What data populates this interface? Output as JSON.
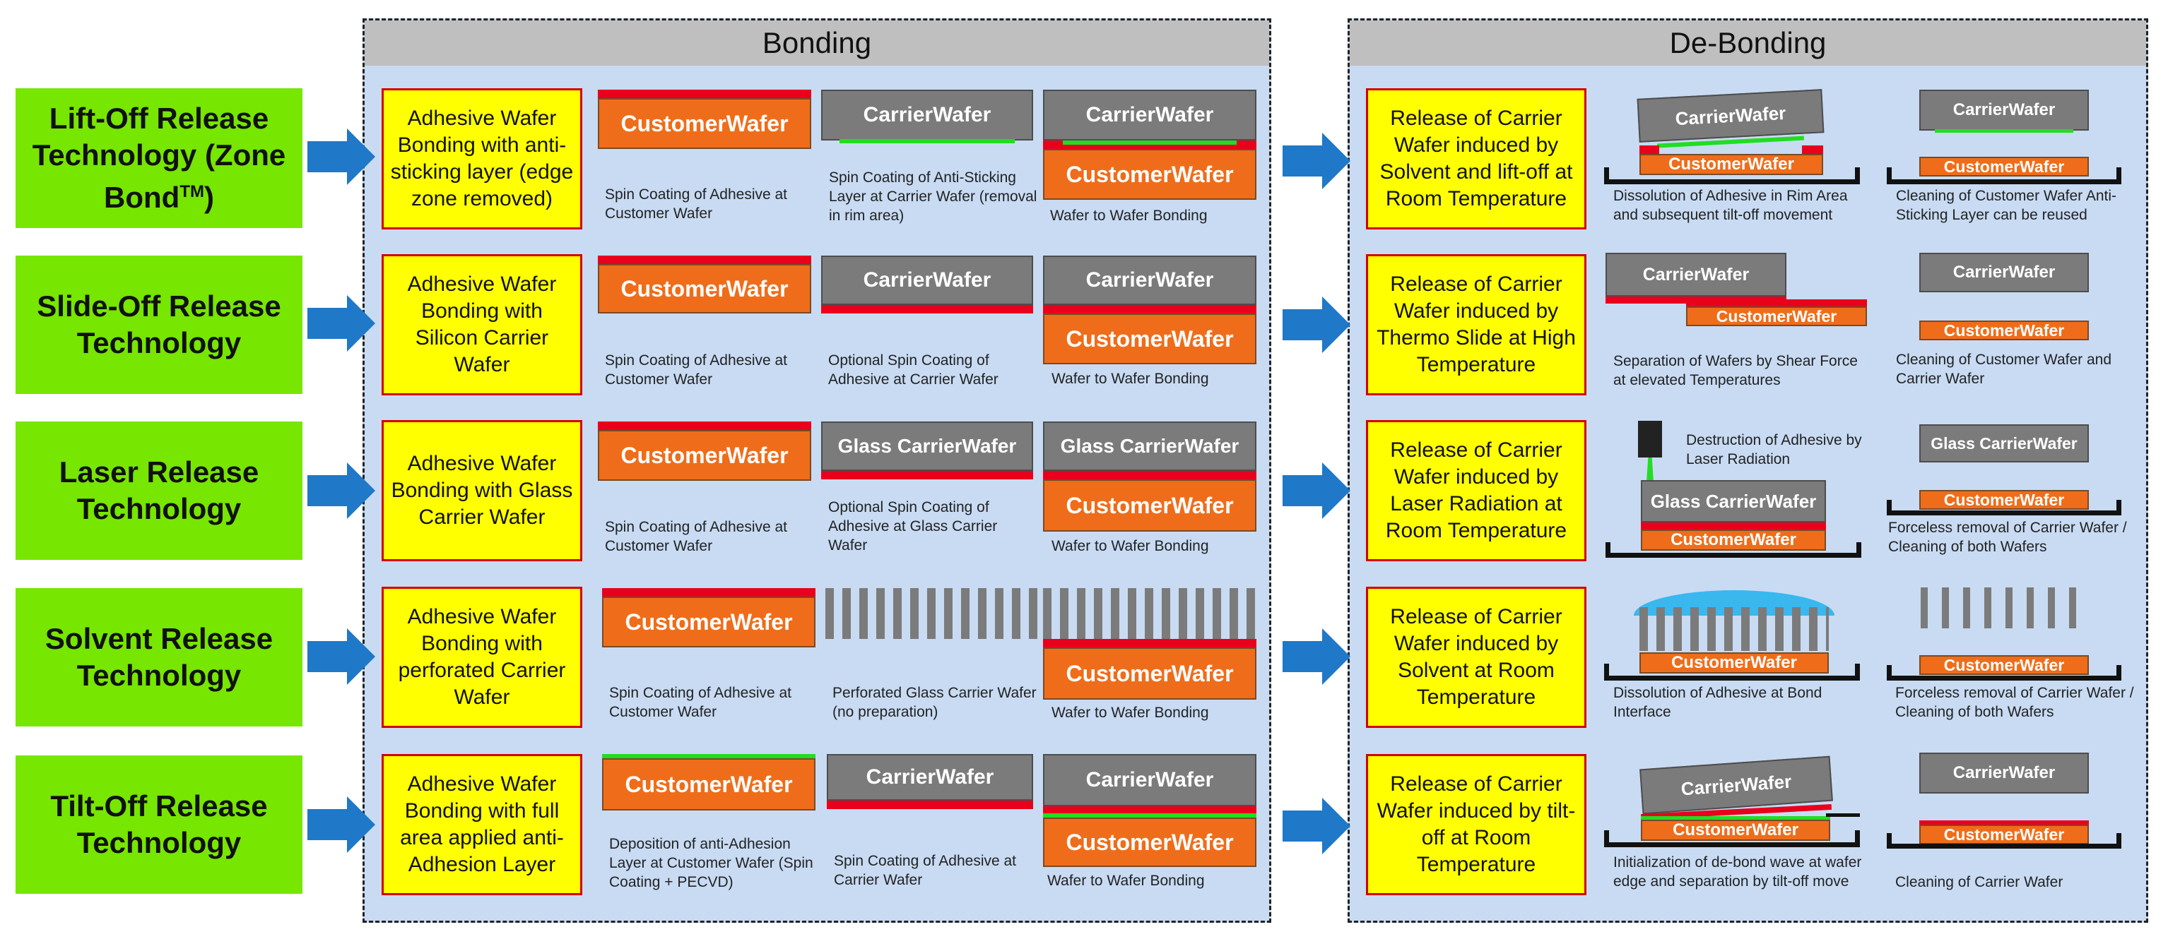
{
  "panels": {
    "bonding": "Bonding",
    "debonding": "De-Bonding"
  },
  "colors": {
    "technology": "#77e600",
    "box": "#ffff00",
    "box_border": "#d40000",
    "customer_wafer": "#ef6d1a",
    "carrier_wafer": "#7b7b7b",
    "adhesive": "#e8001c",
    "anti_sticking": "#22dd22",
    "arrow": "#1f78c8",
    "panel": "#c8dbf3"
  },
  "labels": {
    "customer": "CustomerWafer",
    "carrier": "CarrierWafer",
    "glass": "Glass CarrierWafer"
  },
  "rows": [
    {
      "tech": "Lift-Off Release Technology (Zone Bond",
      "tech_sup": "TM",
      "tech_end": ")",
      "bond_box": "Adhesive Wafer Bonding with anti-sticking layer (edge zone removed)",
      "captions": [
        "Spin Coating of Adhesive at Customer Wafer",
        "Spin Coating of Anti-Sticking Layer at Carrier Wafer (removal in rim area)",
        "Wafer to Wafer Bonding"
      ],
      "debond_box": "Release of Carrier Wafer induced by Solvent and lift-off at Room Temperature",
      "debond_captions": [
        "Dissolution of Adhesive in Rim Area and subsequent tilt-off movement",
        "Cleaning of Customer Wafer Anti-Sticking Layer can be reused"
      ]
    },
    {
      "tech": "Slide-Off Release Technology",
      "bond_box": "Adhesive Wafer Bonding with Silicon Carrier Wafer",
      "captions": [
        "Spin Coating of Adhesive at Customer Wafer",
        "Optional Spin Coating of Adhesive at Carrier Wafer",
        "Wafer to Wafer Bonding"
      ],
      "debond_box": "Release of Carrier Wafer induced by Thermo Slide at High Temperature",
      "debond_captions": [
        "Separation of Wafers by Shear Force at elevated Temperatures",
        "Cleaning of Customer Wafer and Carrier Wafer"
      ]
    },
    {
      "tech": "Laser Release Technology",
      "bond_box": "Adhesive Wafer Bonding with Glass Carrier Wafer",
      "captions": [
        "Spin Coating of Adhesive at Customer Wafer",
        "Optional Spin Coating of Adhesive at Glass Carrier Wafer",
        "Wafer to Wafer Bonding"
      ],
      "debond_box": "Release of Carrier Wafer induced by Laser Radiation at Room Temperature",
      "debond_captions": [
        "Destruction of Adhesive by Laser Radiation",
        "Forceless removal of Carrier Wafer / Cleaning of both Wafers"
      ]
    },
    {
      "tech": "Solvent Release Technology",
      "bond_box": "Adhesive Wafer Bonding with perforated Carrier Wafer",
      "captions": [
        "Spin Coating of Adhesive at Customer Wafer",
        "Perforated Glass Carrier Wafer (no preparation)",
        "Wafer to Wafer Bonding"
      ],
      "debond_box": "Release of Carrier Wafer induced by Solvent at Room Temperature",
      "debond_captions": [
        "Dissolution of Adhesive at Bond Interface",
        "Forceless removal of Carrier Wafer / Cleaning of both Wafers"
      ]
    },
    {
      "tech": "Tilt-Off Release Technology",
      "bond_box": "Adhesive Wafer Bonding with full area applied anti-Adhesion Layer",
      "captions": [
        "Deposition of anti-Adhesion Layer at Customer Wafer (Spin Coating + PECVD)",
        "Spin Coating of Adhesive at Carrier Wafer",
        "Wafer to Wafer Bonding"
      ],
      "debond_box": "Release of Carrier Wafer induced by tilt-off at Room Temperature",
      "debond_captions": [
        "Initialization of de-bond wave at wafer edge and separation by tilt-off move",
        "Cleaning of Carrier Wafer"
      ]
    }
  ]
}
